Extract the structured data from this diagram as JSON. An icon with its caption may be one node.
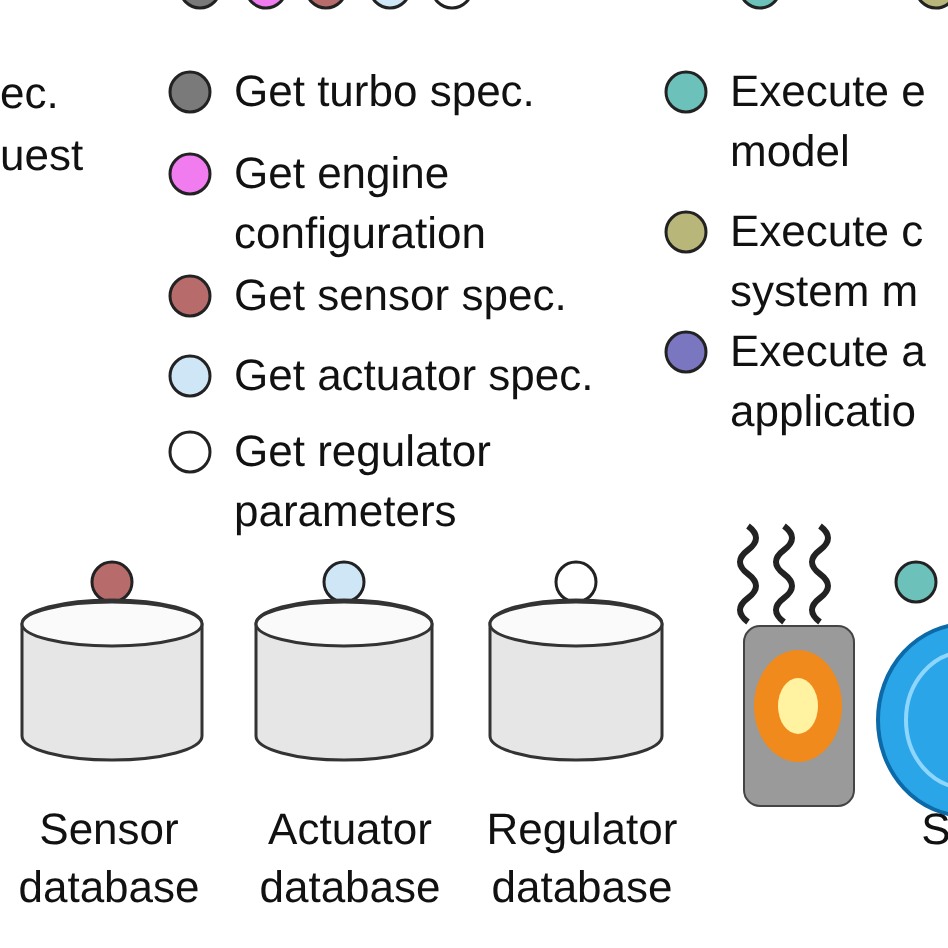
{
  "diagram": {
    "nodes": [
      {
        "text": [
          "Sensor database"
        ]
      },
      {
        "text": [
          "Actuator database"
        ]
      },
      {
        "text": [
          "Regulator database"
        ]
      },
      {
        "text": [],
        "shape": "picture"
      },
      {
        "text": [
          "S"
        ]
      }
    ],
    "edges": [],
    "labels": [
      "ec.",
      "uest"
    ],
    "legend": [
      {
        "text": "Get turbo spec.",
        "color": "#7a7a7a"
      },
      {
        "text": "Get engine configuration",
        "color": "#f07cf0"
      },
      {
        "text": "Get sensor spec.",
        "color": "#b86b6b"
      },
      {
        "text": "Get actuator spec.",
        "color": "#cfe6f7"
      },
      {
        "text": "Get regulator parameters",
        "color": "#ffffff"
      },
      {
        "text": "Execute e model",
        "color": "#6cc2bb"
      },
      {
        "text": "Execute c system m",
        "color": "#b9b67a"
      },
      {
        "text": "Execute a applicatio",
        "color": "#7b76c0"
      }
    ]
  }
}
